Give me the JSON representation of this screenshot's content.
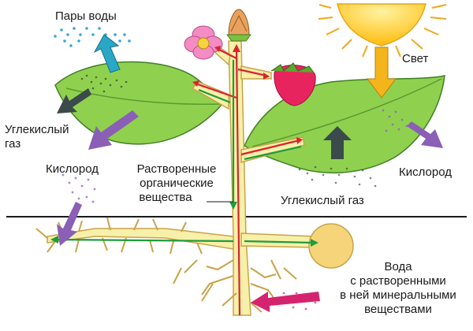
{
  "labels": {
    "water_vapor": "Пары воды",
    "light": "Свет",
    "co2_left_1": "Углекислый",
    "co2_left_2": "газ",
    "oxygen_left": "Кислород",
    "dissolved_1": "Растворенные",
    "dissolved_2": "органические",
    "dissolved_3": "вещества",
    "co2_right": "Углекислый газ",
    "oxygen_right": "Кислород",
    "water_1": "Вода",
    "water_2": "с растворенными",
    "water_3": "в ней минеральными",
    "water_4": "веществами"
  },
  "colors": {
    "leaf": "#8fd14f",
    "stem": "#f7f0a8",
    "stem_outline": "#c9a34a",
    "sun": "#ffd23a",
    "up_flow": "#d9232e",
    "down_flow": "#1f9c3b",
    "oxygen_arrow": "#8a5fb5",
    "co2_arrow": "#3b4a4a",
    "vapor_arrow": "#2aa7c7",
    "light_arrow": "#f4b51c",
    "water_arrow": "#d4246f",
    "soil_line": "#1a1a1a",
    "berry": "#e8245f",
    "flower": "#f48cc3"
  },
  "icons": [
    "plant-diagram",
    "sun-icon",
    "strawberry-icon",
    "flower-icon",
    "bud-icon",
    "root-system",
    "tuber-icon"
  ]
}
